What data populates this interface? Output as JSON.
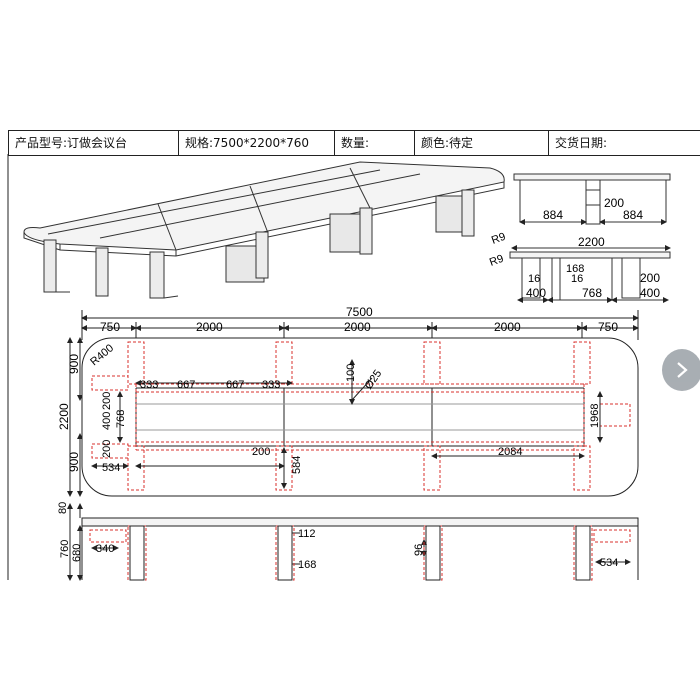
{
  "header": {
    "model": "产品型号:订做会议台",
    "spec": "规格:7500*2200*760",
    "qty": "数量:",
    "color": "颜色:待定",
    "delivery": "交货日期:"
  },
  "perspective": {},
  "side_end": {
    "d884a": "884",
    "d884b": "884",
    "d200": "200"
  },
  "end_section": {
    "r9a": "R9",
    "r9b": "R9",
    "d2200": "2200",
    "d168": "168",
    "d16a": "16",
    "d16b": "16",
    "d400a": "400",
    "d768": "768",
    "d200": "200",
    "d400b": "400"
  },
  "plan": {
    "d7500": "7500",
    "d750a": "750",
    "d2000a": "2000",
    "d2000b": "2000",
    "d2000c": "2000",
    "d750b": "750",
    "d900a": "900",
    "d2200v": "2200",
    "d900b": "900",
    "r400": "R400",
    "d333a": "333",
    "d667a": "667",
    "d667b": "667",
    "d333b": "333",
    "d100": "100",
    "dia25": "Ø25",
    "d200v1": "200",
    "d768v": "768",
    "d400v": "400",
    "d200v2": "200",
    "d534": "534",
    "d200h": "200",
    "d584": "584",
    "d2084": "2084",
    "d1968": "1968"
  },
  "elevation": {
    "d80": "80",
    "d760": "760",
    "d680": "680",
    "d340": "340",
    "d112": "112",
    "d168": "168",
    "d96": "96",
    "d534": "534"
  },
  "colors": {
    "line": "#222222",
    "hidden": "#d9302c",
    "button": "#9aa0a6"
  },
  "nav": {
    "icon": "chevron-right-icon"
  }
}
